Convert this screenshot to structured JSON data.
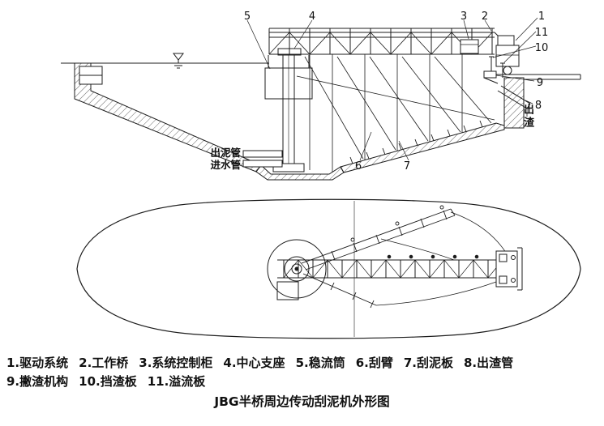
{
  "title": "JBG半桥周边传动刮泥机外形图",
  "drawing": {
    "labels": {
      "mud_out_pipe": "出泥管",
      "inlet_pipe": "进水管",
      "slag_out": "出渣"
    },
    "callouts": [
      "1",
      "2",
      "3",
      "4",
      "5",
      "6",
      "7",
      "8",
      "9",
      "10",
      "11"
    ]
  },
  "legend": {
    "items": [
      {
        "text": "1.驱动系统"
      },
      {
        "text": "2.工作桥"
      },
      {
        "text": "3.系统控制柜"
      },
      {
        "text": "4.中心支座"
      },
      {
        "text": "5.稳流筒"
      },
      {
        "text": "6.刮臂"
      },
      {
        "text": "7.刮泥板"
      },
      {
        "text": "8.出渣管"
      },
      {
        "text": "9.撇渣机构"
      },
      {
        "text": "10.挡渣板"
      },
      {
        "text": "11.溢流板"
      }
    ]
  }
}
